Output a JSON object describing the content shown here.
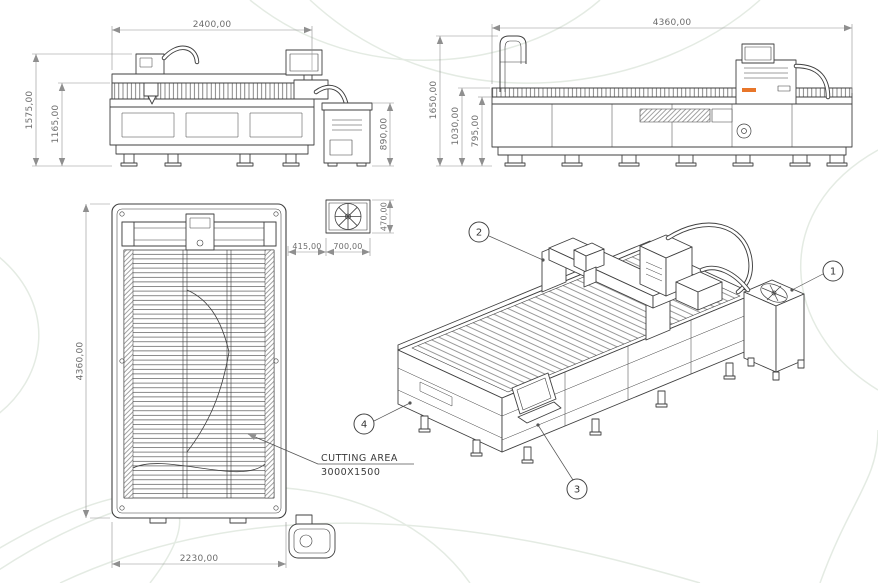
{
  "palette": {
    "background": "#ffffff",
    "watermark_curves": "#e4ebe3",
    "drawing_lines": "#3f3f3f",
    "dimension_lines": "#8f8f8f",
    "dimension_text": "#6d6d6d",
    "brand_accent": "#e8762a"
  },
  "views": {
    "front": {
      "dims": {
        "width": "2400,00",
        "total_height": "1575,00",
        "bed_height": "1165,00",
        "chiller_height": "890,00",
        "fan_height": "470,00",
        "offset": "415,00",
        "chiller_width": "700,00"
      }
    },
    "side": {
      "dims": {
        "length": "4360,00",
        "total_height": "1650,00",
        "frame_height": "1030,00",
        "bed_height": "795,00"
      }
    },
    "plan": {
      "dims": {
        "length": "4360,00",
        "width": "2230,00"
      },
      "cutting_area": {
        "title": "CUTTING AREA",
        "size": "3000X1500"
      }
    },
    "iso": {
      "balloons": [
        {
          "label": "1"
        },
        {
          "label": "2"
        },
        {
          "label": "3"
        },
        {
          "label": "4"
        }
      ]
    }
  }
}
